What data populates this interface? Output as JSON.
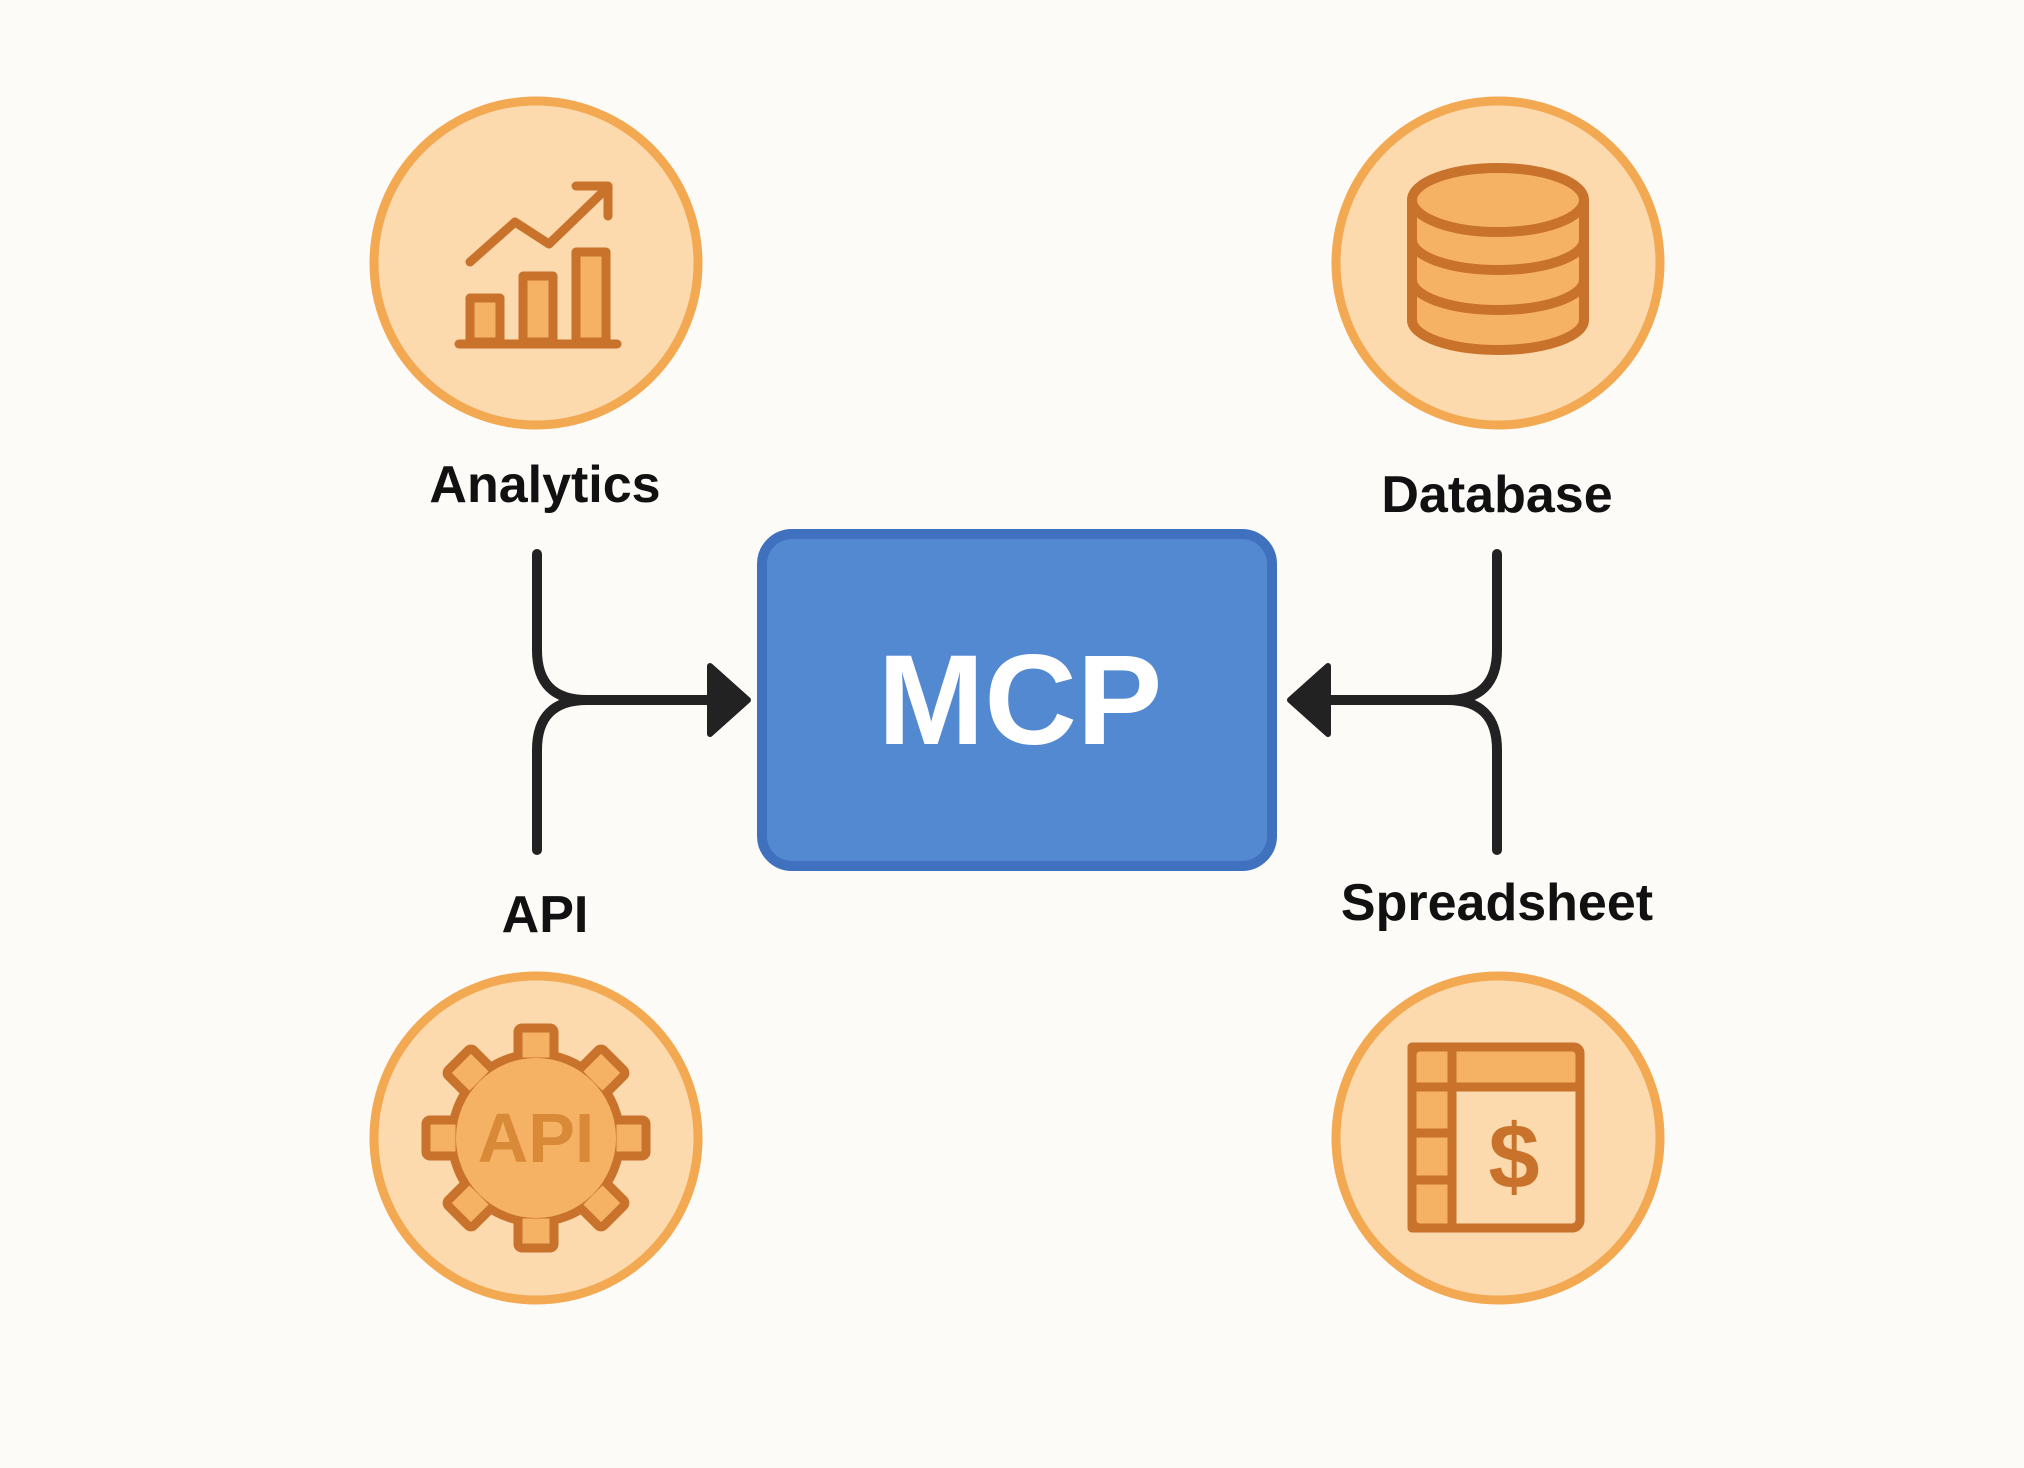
{
  "hub": {
    "label": "MCP",
    "fill_color": "#5289D1",
    "border_color": "#3F71BE",
    "text_color": "#FFFFFF"
  },
  "nodes": {
    "analytics": {
      "label": "Analytics",
      "icon": "bar-chart-trend-icon"
    },
    "database": {
      "label": "Database",
      "icon": "database-icon"
    },
    "api": {
      "label": "API",
      "icon": "gear-icon",
      "icon_text": "API"
    },
    "spreadsheet": {
      "label": "Spreadsheet",
      "icon": "spreadsheet-icon",
      "icon_text": "$"
    }
  },
  "colors": {
    "background": "#FDFBF7",
    "circle_fill": "#FDD9AE",
    "circle_border": "#F3A952",
    "icon_stroke": "#C8722B",
    "icon_fill": "#F5B264",
    "connector": "#222222",
    "label_text": "#111111"
  }
}
